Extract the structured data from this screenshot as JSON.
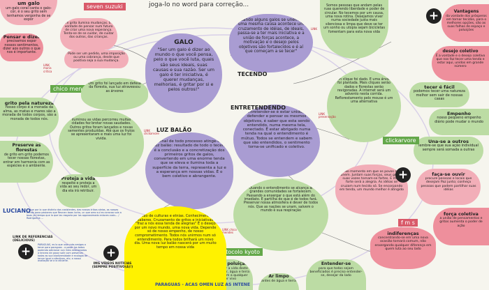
{
  "header": {
    "top_text": "joga-lo no word para correção..."
  },
  "tags": {
    "seven_suzuki": "seven suzuki",
    "chico_mendes": "chico mendes",
    "clickarvore": "clickarvore",
    "fms": "f m s",
    "protocolo_kyoto": "protocolo kyoto",
    "paraguas": "PARAGUAS"
  },
  "nodes": {
    "galo": {
      "title": "GALO",
      "body": "\"Ser um galo é dizer ao mundo o que você pensa, pelo o que você luta, quais são seus ideais, suas causas e sua razão. Ser um galo é ter iniciativa, é querer mudanças, melhorias, é gritar por si e pelos outros!\""
    },
    "tecendo": {
      "title": "TECENDO",
      "body": "\"Quando alguns galos se unem por uma mesma causa acontece um cruzamento de idéias, de ideais, passa-se a ter mais iniciativa e a união de forças acontece, a motivação e o desejo pelos objetivos são fortalecidos e é aí que começam a se tecer\""
    },
    "entretendendo": {
      "title": "ENTRETENDENDO",
      "body": "Entretender-se é estar unido, é defender e pensar os mesmos objetivos, é saber que esta sendo entendido, numa mesma tela, conectado. É estar abrigado numa tenda na qual o entendimento é mútuo. Todos se entendem e sabem que são entendidos, o sentimento torna-se unificado e coletivo."
    },
    "luz_balao": {
      "title": "LUZ BALÃO",
      "body": "Ao final de todo processo atinge-se a luz balão: resultado de todo o tecer, é a conclusão e a concretização dos primeiros gritos de galos, convertendo em uma enorme tenda que se eleva e ilumina toda a superfície da terra, representa a luz e a esperança em nossas vidas. É o bem coletivo e abrangente."
    },
    "yellow_text": "A união de culturas e etnias. Conhecimentos e saberes. Cruzamento de gritos e iniciativas \"Traz a nós essa tenda de alegrias\" É o desejo por um novo mundo, uma nova vida. Depende só de nosso empenho, de nosso comprometimento. Todos nós unirmos num só entendimento. Para todos brilhará um novo dia. Uma nova luz balão nascerá por um muito tempo em nossa vida",
    "um_galo": {
      "title": "um galo",
      "body": "um galo coral canta o galo-cor, é o seu grito sem tenhamos vergonha de se expor"
    },
    "pensar_dizer": {
      "title": "Pensar e dizer",
      "body": "precisamos expor nossos sentimentos, dizer aos outros o que nos é importante."
    },
    "grito_mudancas": "um grito ilumina mudanças. É a vontade de pensar num futuro de criar uma nova esperança. Tenta-se de se cuidar, de cuidar dos outros, das crianças.",
    "pode_ser": "Pode ser um pedido, uma imposição ou uma cobrança, desde que positiva seja a sua mudança.",
    "grito_natureza": {
      "title": "grito pela natureza",
      "body": "nosso corpo é a morada da alma, as matas e mares são a morada de todos corpos, são a morada de todos nós."
    },
    "preserve_florestas": {
      "title": "Preserve as florestas",
      "body": "de grito em grito podemos tecer nossas florestas, entrar em harmonia com as espécies e o ambiente."
    },
    "proteja_vida": {
      "title": "Proteja a vida",
      "body": "respeite e proteja a vida ao seu redor, um dia ela irá retribuir."
    },
    "grito_lancado": "Um grito foi lançado em defesa da floresta, sua luz atravessou as árvores",
    "iluminou_vidas": "iluminou as vidas percorreu muitas cidades fez brotar novas saudades. Outros gritos foram lançados e novas sementes produzidas. Até que os frutos se apresentaram e mais uma luz foi vivida.",
    "center_right": "Um clique foi dado. E uma árvore foi plantada. Mais cliques serão dados e florestas serão revigoradas. A internet será um advento nesta corrida. Reflorestamento pelo mouse é um uma alternativa",
    "vantagens": {
      "title": "Vantagens",
      "body": "da vontade dos prósperos em tornar tecidos, para o melhores opções, são as suas falhas de espaço e poluições"
    },
    "desejo_coletivo": {
      "title": "desejo coletivo",
      "body": "É a vontade e o desejo coletivo que nos faz tecer uma tenda e estar aqui, unidos em grande número"
    },
    "tecer_facil": {
      "title": "tecer é fácil",
      "body": "podemos tecer uma natureza melhor sem sair de nossas casas"
    },
    "empenho": {
      "title": "Empenho",
      "body": "nosso pequeno empenho diário pode mudar o mundo"
    },
    "una_se": {
      "title": "Una-se a outros",
      "body": "lembre-se que sua ação individual sempre será somada a outras"
    },
    "faca_ouvir": {
      "title": "faça-se ouvir",
      "body": "procure pessoas e locais que desejam Paz junto; conheça pessoas que podem partilhar suas idéias"
    },
    "forca_coletiva": {
      "title": "força coletiva",
      "body": "a união de pensamentos e gritos aumenta o poder de ação"
    },
    "indiferencas": {
      "title": "indiferenças",
      "body": "concentrando-se em uma nova ocasião tornará comum, não enxergando qualquer diferença em quem luta ao seu lado"
    },
    "quando_entendimento": "Quando o entendimento se alcança aí grandes comunidades se fortalecem. Passando a enxergar o que está além do imediato. E partilha do que é de todos fará. Preservar nossa atmosfera é dever de todos nós. Que as nações se unam, salvem o mundo e sua respiração",
    "nao_poluicao": {
      "title": "Não a poluição",
      "body": "preservar a vida deste planeta, ar, água e terra pertencem a qualquer ser vivo"
    },
    "ar_limpo": {
      "title": "Ar limpo",
      "body": "antes de água e terra"
    },
    "entender_se": {
      "title": "Entender-se",
      "body": "para que todos sejam beneficiados é preciso entender-se, desejar da lado"
    },
    "right_middle": "No momento em que os povos se unem. Juntam suas forças, seus gritos, suas vozes tornam-se fortes. E mais forte será a alegria. As idéias se cruzam num tecido só. Se encorpando em tenda, um mundo melhor é atingido",
    "top_right_text": "Somos pessoas que andam pelas ruas querendo liberdade e poder de circular. No tecemos por um causa, uma nova rotina. Desejamos viver numa sociedade justa mais silenciosa e limpa que deve se ter um sonho ou utopia sejam bicicletas fomentam para esta nova vida",
    "luciano_name": "LUCIANO",
    "luciano_text": "... que por lo que distinto dos cosistentes, das nossas tribos aleias, as nossas entras povo pasiones que Reunan boas lucha, un que oreo sul es coracao suis a boas ye tiempo que la que las rasgaria por los approssimado enlaces cosis... / Rodrigorina ...",
    "link_referencias": "LINK DE REFERENCIAS (DELICIOUS)",
    "paraguas_text": "PARAGUAS, es lo que usar más amigos o tener para paraguas - a pasar los todos podendo adicionar con links relacionados a tercero de pasar salir com preservar todas as sua biodiversidade e ecologia de tercer igual a efectivos, etc; a nossa avaliação se a la alicante.",
    "img_videos": "IMG VÍDEOS NOTÍCIAS (SEMPRE POSITIVO(A)!)",
    "paraguas_bottom": "PARAGUAS - ACAS OMEN LUZ AS INTENE"
  },
  "links": {
    "maria_critica": "LINK maria critica",
    "clickarvore": "LINK clickarvore",
    "preservation": "LINK preservação",
    "chico_mendes": "LINK chico mendes",
    "link_top": "LINK"
  },
  "colors": {
    "red": "#f2aeb8",
    "green": "#bcdca4",
    "purple": "#a99cd2",
    "yellow": "#fff200"
  }
}
